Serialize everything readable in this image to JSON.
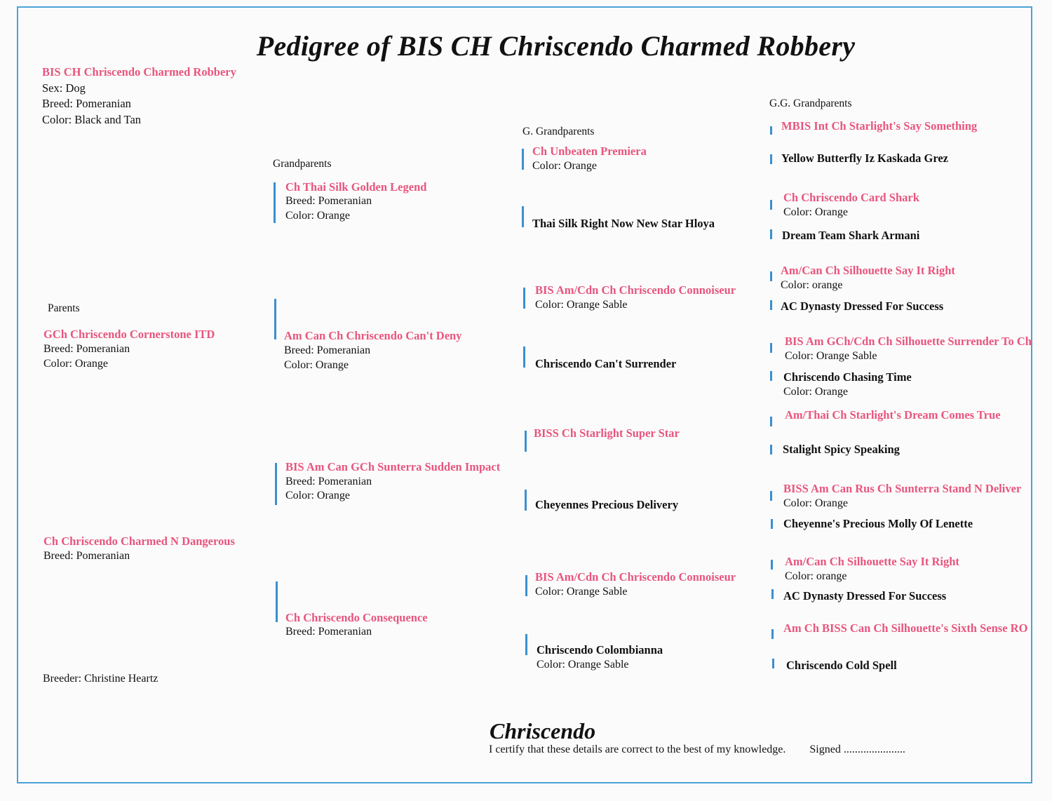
{
  "title": "Pedigree of BIS CH Chriscendo Charmed Robbery",
  "subject": {
    "name": "BIS CH Chriscendo Charmed Robbery",
    "sex": "Sex: Dog",
    "breed": "Breed: Pomeranian",
    "color": "Color: Black and Tan"
  },
  "labels": {
    "parents": "Parents",
    "grandparents": "Grandparents",
    "g_grandparents": "G. Grandparents",
    "gg_grandparents": "G.G. Grandparents"
  },
  "parents": [
    {
      "name": "GCh Chriscendo Cornerstone ITD",
      "breed": "Breed: Pomeranian",
      "color": "Color: Orange"
    },
    {
      "name": "Ch Chriscendo Charmed N Dangerous",
      "breed": "Breed: Pomeranian"
    }
  ],
  "grandparents": [
    {
      "name": "Ch Thai Silk Golden Legend",
      "breed": "Breed: Pomeranian",
      "color": "Color: Orange"
    },
    {
      "name": "Am Can Ch Chriscendo Can't Deny",
      "breed": "Breed: Pomeranian",
      "color": "Color: Orange"
    },
    {
      "name": "BIS Am Can GCh Sunterra Sudden Impact",
      "breed": "Breed: Pomeranian",
      "color": "Color: Orange"
    },
    {
      "name": "Ch Chriscendo Consequence",
      "breed": "Breed: Pomeranian"
    }
  ],
  "g_grandparents": [
    {
      "name": "Ch Unbeaten Premiera",
      "color": "Color: Orange"
    },
    {
      "name": "Thai Silk Right Now New Star Hloya"
    },
    {
      "name": "BIS Am/Cdn Ch Chriscendo Connoiseur",
      "color": "Color: Orange Sable"
    },
    {
      "name": "Chriscendo Can't Surrender"
    },
    {
      "name": "BISS Ch Starlight Super Star"
    },
    {
      "name": "Cheyennes Precious Delivery"
    },
    {
      "name": "BIS Am/Cdn Ch Chriscendo Connoiseur",
      "color": "Color: Orange Sable"
    },
    {
      "name": "Chriscendo Colombianna",
      "color": "Color: Orange Sable"
    }
  ],
  "gg_grandparents": [
    {
      "name": "MBIS Int Ch Starlight's Say Something"
    },
    {
      "name": "Yellow Butterfly Iz Kaskada Grez"
    },
    {
      "name": "Ch Chriscendo Card Shark",
      "color": "Color: Orange"
    },
    {
      "name": "Dream Team Shark Armani"
    },
    {
      "name": "Am/Can Ch Silhouette Say It Right",
      "color": "Color: orange"
    },
    {
      "name": "AC Dynasty Dressed For Success"
    },
    {
      "name": "BIS Am GCh/Cdn Ch Silhouette Surrender To Ch",
      "color": "Color: Orange Sable"
    },
    {
      "name": "Chriscendo Chasing Time",
      "color": "Color: Orange"
    },
    {
      "name": "Am/Thai Ch Starlight's Dream Comes True"
    },
    {
      "name": "Stalight Spicy Speaking"
    },
    {
      "name": "BISS Am Can Rus Ch Sunterra Stand N Deliver",
      "color": "Color: Orange"
    },
    {
      "name": "Cheyenne's Precious Molly Of Lenette"
    },
    {
      "name": "Am/Can Ch Silhouette Say It Right",
      "color": "Color: orange"
    },
    {
      "name": "AC Dynasty Dressed For Success"
    },
    {
      "name": "Am Ch BISS Can Ch Silhouette's Sixth Sense RO"
    },
    {
      "name": "Chriscendo Cold Spell"
    }
  ],
  "breeder": "Breeder: Christine Heartz",
  "kennel": "Chriscendo",
  "certification": "I certify that these details are correct to the best of my knowledge.",
  "signed": "Signed ......................",
  "colors": {
    "pink": "#e8557e",
    "border": "#4aa3d8",
    "bracket": "#3a8fd0"
  }
}
